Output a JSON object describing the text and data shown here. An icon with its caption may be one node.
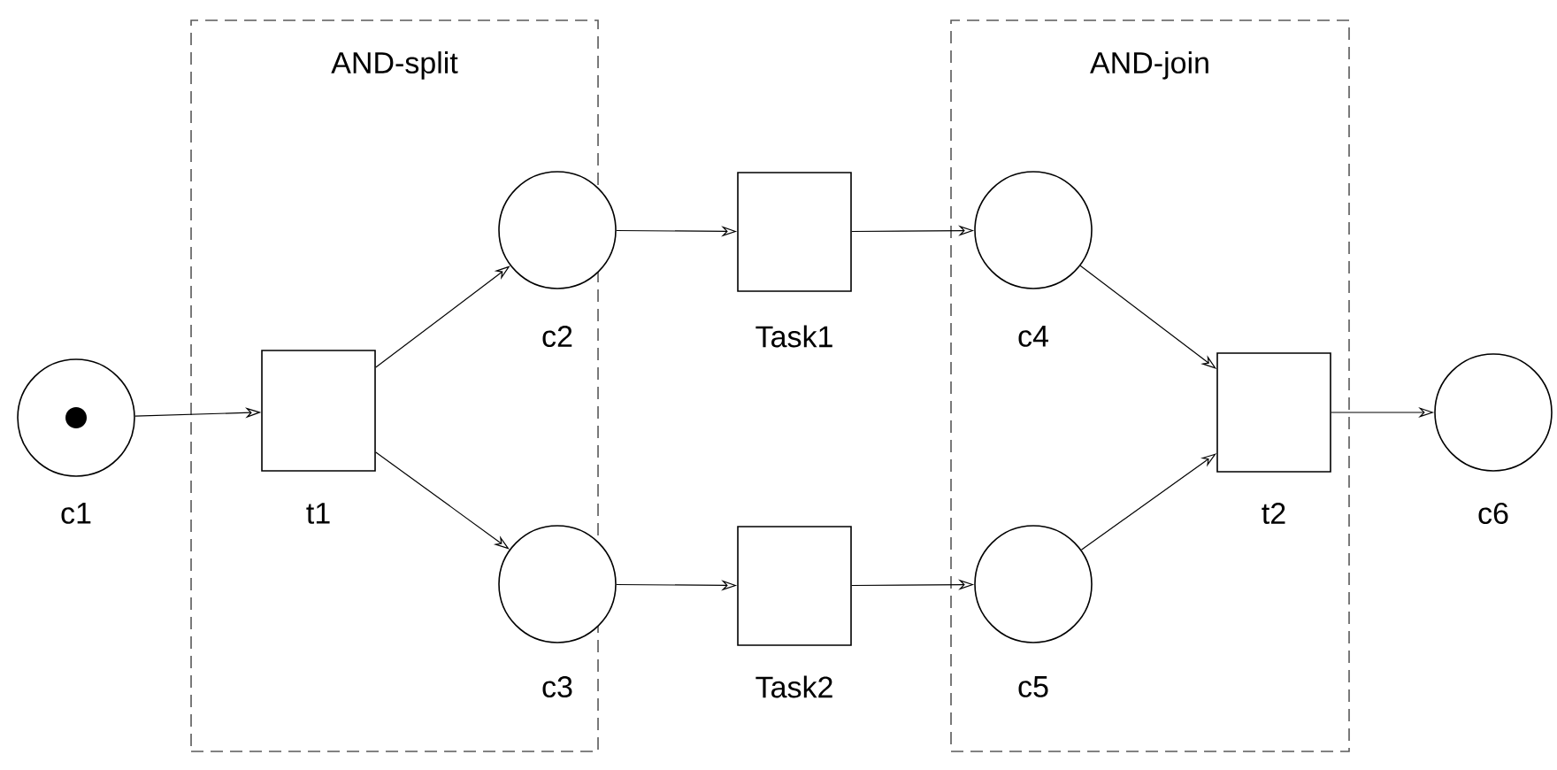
{
  "diagram": {
    "nodes": [
      {
        "text": [
          "AND-split"
        ]
      },
      {
        "text": [
          "AND-join"
        ]
      },
      {
        "text": [],
        "shape": "circle",
        "beside": [
          "c1"
        ]
      },
      {
        "text": [],
        "shape": "box",
        "beside": [
          "t1"
        ],
        "in": 0
      },
      {
        "text": [],
        "shape": "circle",
        "beside": [
          "c2"
        ]
      },
      {
        "text": [],
        "shape": "circle",
        "beside": [
          "c3"
        ]
      },
      {
        "text": [],
        "shape": "box",
        "beside": [
          "Task1"
        ]
      },
      {
        "text": [],
        "shape": "box",
        "beside": [
          "Task2"
        ]
      },
      {
        "text": [],
        "shape": "circle",
        "beside": [
          "c4"
        ],
        "in": 1
      },
      {
        "text": [],
        "shape": "circle",
        "beside": [
          "c5"
        ],
        "in": 1
      },
      {
        "text": [],
        "shape": "box",
        "beside": [
          "t2"
        ],
        "in": 1
      },
      {
        "text": [],
        "shape": "circle",
        "beside": [
          "c6"
        ]
      }
    ],
    "edges": [
      {
        "from": 2,
        "to": 3,
        "arrow": "to"
      },
      {
        "from": 3,
        "to": 4,
        "arrow": "to"
      },
      {
        "from": 3,
        "to": 5,
        "arrow": "to"
      },
      {
        "from": 4,
        "to": 6,
        "arrow": "to"
      },
      {
        "from": 5,
        "to": 7,
        "arrow": "to"
      },
      {
        "from": 6,
        "to": 8,
        "arrow": "to"
      },
      {
        "from": 7,
        "to": 9,
        "arrow": "to"
      },
      {
        "from": 8,
        "to": 10,
        "arrow": "to"
      },
      {
        "from": 9,
        "to": 10,
        "arrow": "to"
      },
      {
        "from": 10,
        "to": 11,
        "arrow": "to"
      }
    ]
  }
}
